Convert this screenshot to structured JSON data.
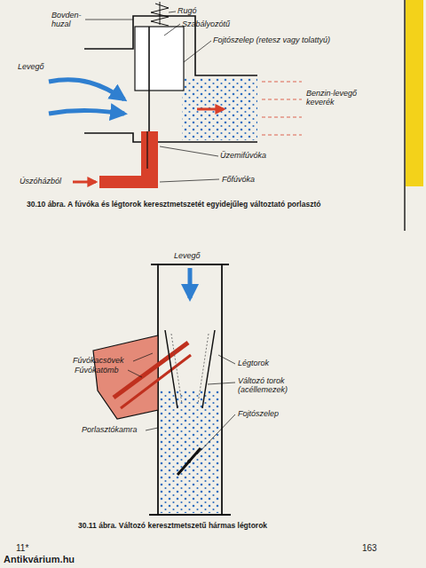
{
  "diagram": {
    "labels": [
      "Rugó",
      "Bovden-huzal",
      "Szabályozótű",
      "Fojtószelep (retesz vagy tolattyú)",
      "Levegő",
      "Benzin-levegő keverék",
      "Üzemifúvóka",
      "Főfúvóka",
      "Úszóházból",
      "30.10 ábra. A fúvóka és légtorok keresztmetszetét egyidejűleg változtató porlasztó",
      "Levegő",
      "Fúvókacsövek",
      "Fúvókatömb",
      "Légtorok",
      "Változó torok (acéllemezek)",
      "Fojtószelep",
      "Porlasztókamra",
      "30.11 ábra. Változó keresztmetszetű hármas légtorok",
      "11*",
      "163",
      "Antikvárium.hu"
    ]
  }
}
